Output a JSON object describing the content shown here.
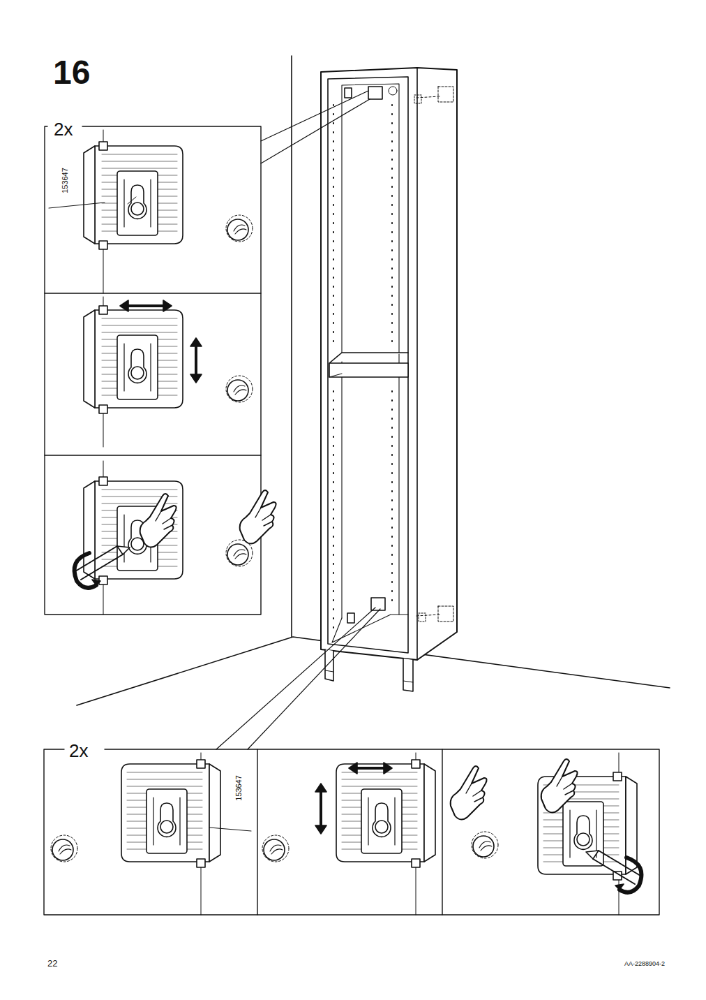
{
  "diagram": {
    "labels": [
      "16",
      "2x",
      "153647",
      "2x",
      "153647",
      "22",
      "AA-2288904-2"
    ]
  }
}
